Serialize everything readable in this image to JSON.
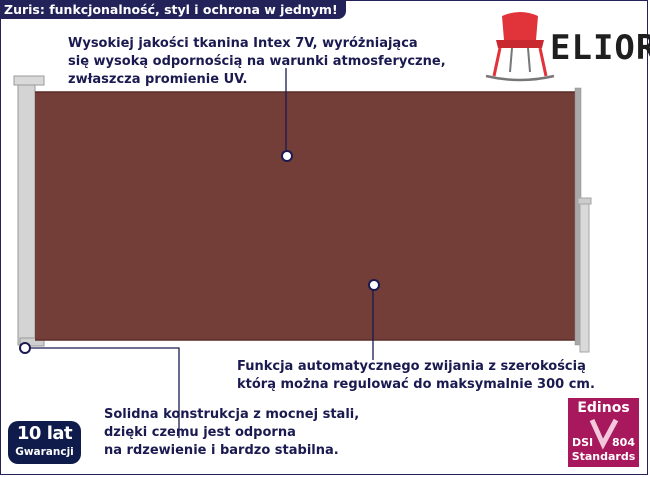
{
  "header": {
    "title": "Zuris: funkcjonalność, styl i ochrona w jednym!"
  },
  "features": {
    "fabric": "Wysokiej jakości tkanina Intex 7V, wyróżniająca\nsię wysoką odpornością na warunki atmosferyczne,\nzwłaszcza promienie UV.",
    "rolling": "Funkcja automatycznego zwijania z szerokością\nktórą można regulować do maksymalnie 300 cm.",
    "construction": "Solidna konstrukcja z mocnej stali,\ndzięki czemu jest odporna\nna rdzewienie i bardzo stabilna."
  },
  "brand": {
    "name": "ELIOR",
    "icon": "chair-icon"
  },
  "warranty": {
    "number": "10 lat",
    "label": "Gwarancji"
  },
  "edinos": {
    "name": "Edinos",
    "dsi": "DSI",
    "code": "804",
    "standards": "Standards"
  },
  "colors": {
    "fabric": "#733d38",
    "navy": "#23235a",
    "edinos": "#a8185c",
    "chair": "#e0333a"
  }
}
